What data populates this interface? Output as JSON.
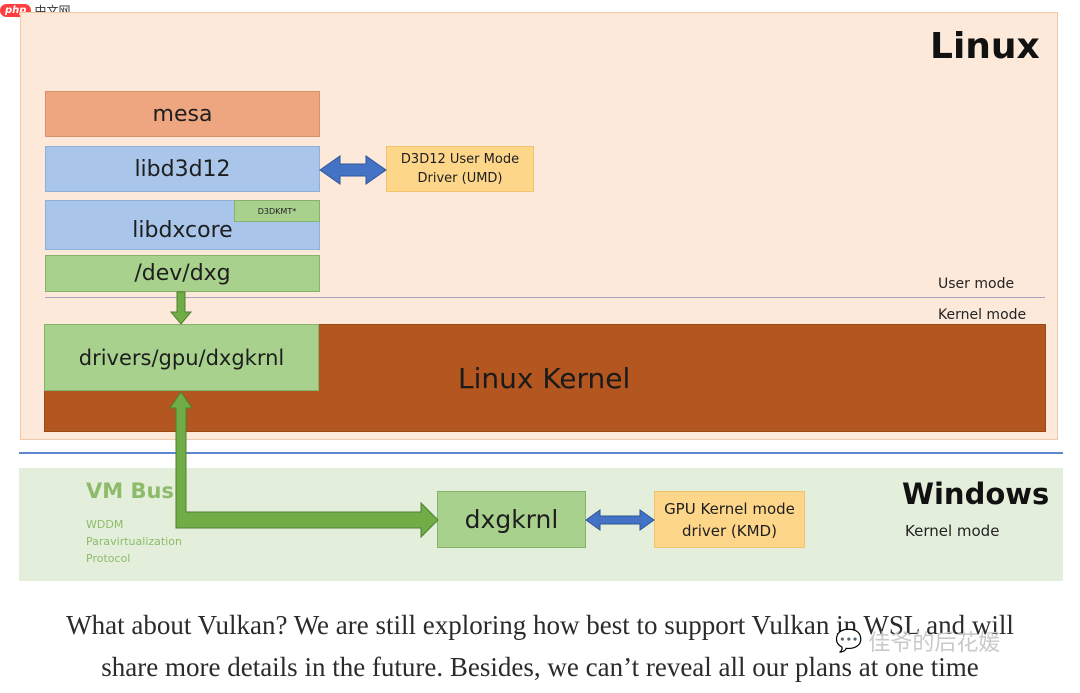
{
  "watermark": {
    "logo_badge": "php",
    "logo_text": "中文网",
    "corner_text": "佳爷的后花媛"
  },
  "linux": {
    "title": "Linux",
    "mesa": "mesa",
    "libd3d12": "libd3d12",
    "libdxcore": "libdxcore",
    "d3dkmt": "D3DKMT*",
    "devdxg": "/dev/dxg",
    "umd_line1": "D3D12 User Mode",
    "umd_line2": "Driver (UMD)",
    "user_mode": "User mode",
    "kernel_mode": "Kernel mode",
    "kernel": "Linux Kernel",
    "dxgkrnl": "drivers/gpu/dxgkrnl"
  },
  "windows": {
    "title": "Windows",
    "vmbus": "VM Bus",
    "vmbus_desc_1": "WDDM",
    "vmbus_desc_2": "Paravirtualization",
    "vmbus_desc_3": "Protocol",
    "kernel_mode": "Kernel mode",
    "dxgkrnl": "dxgkrnl",
    "kmd_line1": "GPU Kernel mode",
    "kmd_line2": "driver (KMD)"
  },
  "caption": {
    "line1": "What about Vulkan? We are still exploring how best to support Vulkan in WSL and will",
    "line2": "share more details in the future. Besides, we can’t reveal all our plans at one time"
  },
  "colors": {
    "linux_bg": "#fde9d9",
    "mesa": "#eda67f",
    "blue_box": "#a9c6ea",
    "green_box": "#a9d18e",
    "yellow_box": "#fdd68a",
    "kernel": "#b3561f",
    "windows_bg": "#e4efdb",
    "arrow_green": "#70ad47",
    "arrow_blue": "#4472c4"
  }
}
